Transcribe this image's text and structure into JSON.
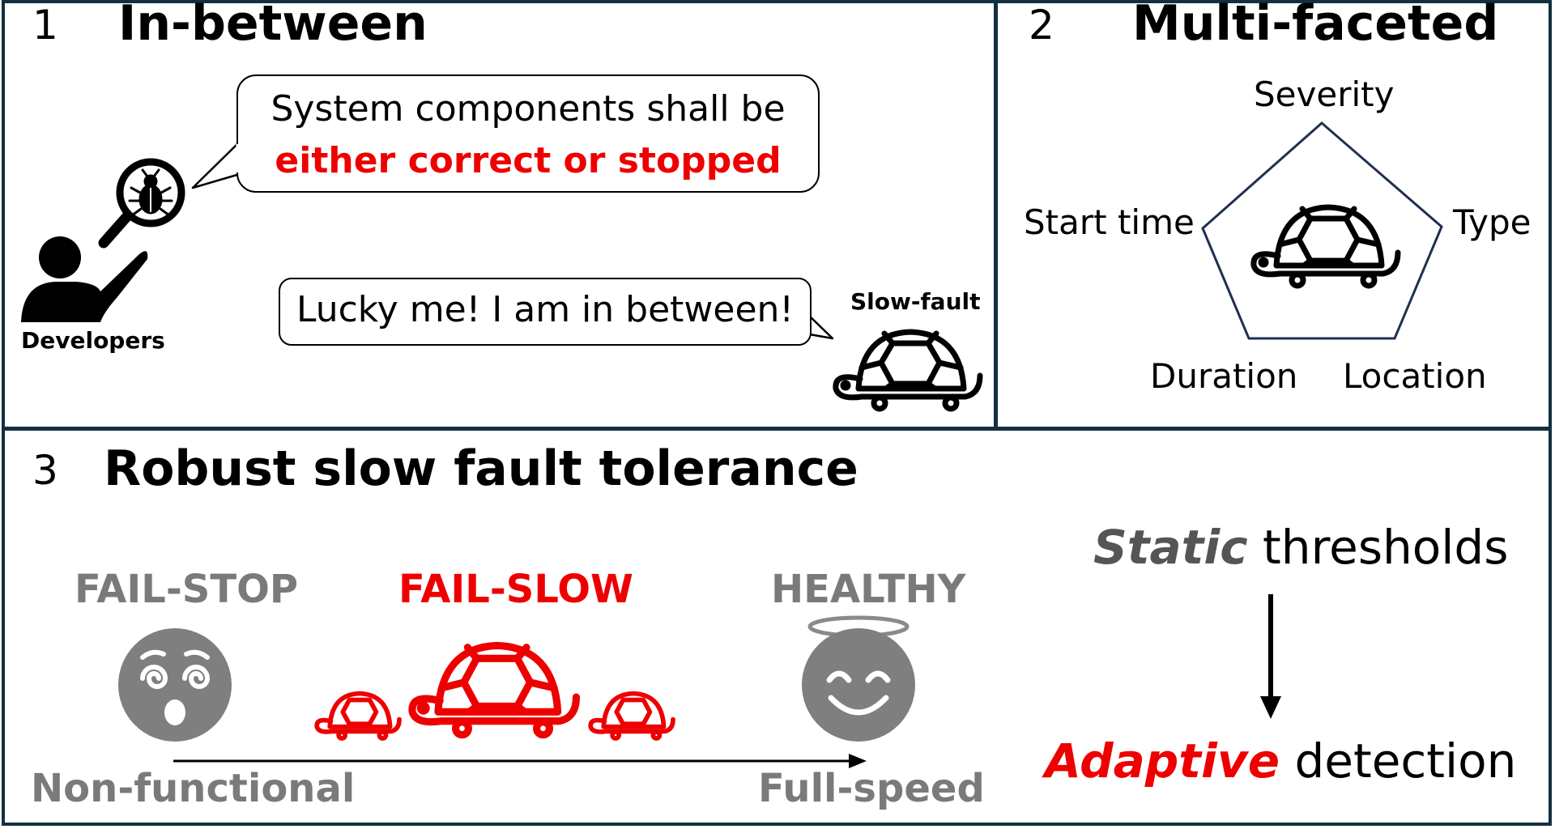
{
  "panel1": {
    "number": "1",
    "title": "In-between",
    "developer_label": "Developers",
    "speech_line1": "System components shall be",
    "speech_line2": "either correct or stopped",
    "reply": "Lucky me! I am in between!",
    "turtle_label": "Slow-fault",
    "icons": [
      "developer-icon",
      "magnifier-bug-icon",
      "turtle-icon"
    ]
  },
  "panel2": {
    "number": "2",
    "title": "Multi-faceted",
    "facets": {
      "top": "Severity",
      "left": "Start time",
      "right": "Type",
      "bottom_left": "Duration",
      "bottom_right": "Location"
    }
  },
  "panel3": {
    "number": "3",
    "title": "Robust slow fault tolerance",
    "states": {
      "stop": "FAIL-STOP",
      "slow": "FAIL-SLOW",
      "healthy": "HEALTHY"
    },
    "axis_start": "Non-functional",
    "axis_end": "Full-speed",
    "threshold_italic": "Static",
    "threshold_rest": " thresholds",
    "detection_italic": "Adaptive",
    "detection_rest": " detection"
  },
  "colors": {
    "frame": "#123040",
    "accent_red": "#ee0000",
    "grey": "#7a7a7a",
    "pentagon": "#1f3050"
  }
}
